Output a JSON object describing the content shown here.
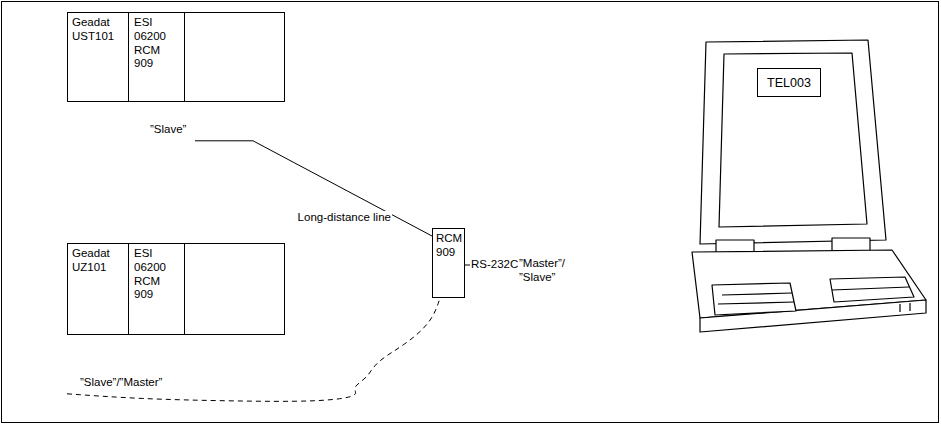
{
  "diagram": {
    "nodes": [
      {
        "text": [
          "”Slave”"
        ]
      },
      {
        "text": [
          "Geadat UST101"
        ],
        "in": 0
      },
      {
        "text": [
          "ESI 06200 RCM 909"
        ],
        "in": 0
      },
      {
        "text": [
          "”Slave”/”Master”"
        ]
      },
      {
        "text": [
          "Geadat UZ101"
        ],
        "in": 3
      },
      {
        "text": [
          "ESI 06200 RCM 909"
        ],
        "in": 3
      },
      {
        "text": [
          "RCM 909"
        ]
      },
      {
        "text": [
          "TEL003"
        ]
      }
    ],
    "edges": [
      {
        "from": 0,
        "to": 6,
        "arrow": "none",
        "label": "Long-distance line"
      },
      {
        "from": 3,
        "to": 6,
        "arrow": "none"
      }
    ],
    "labels": [
      "RS-232C",
      "”Master”/ ”Slave”"
    ]
  }
}
